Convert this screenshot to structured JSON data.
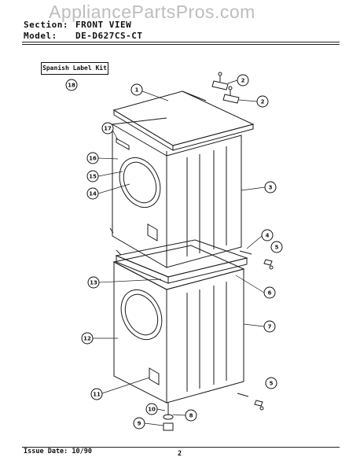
{
  "watermark": "AppliancePartsPros.com",
  "header": {
    "section_label": "Section:",
    "section_value": "FRONT VIEW",
    "model_label": "Model:",
    "model_value": "DE-D627CS-CT"
  },
  "kit_box": {
    "label": "Spanish Label Kit",
    "callout": "18"
  },
  "callouts": [
    "1",
    "2",
    "2",
    "3",
    "4",
    "5",
    "6",
    "7",
    "8",
    "9",
    "10",
    "11",
    "12",
    "13",
    "14",
    "15",
    "16",
    "17",
    "5"
  ],
  "footer": {
    "issue_date": "Issue Date: 10/90",
    "page_number": "2"
  }
}
